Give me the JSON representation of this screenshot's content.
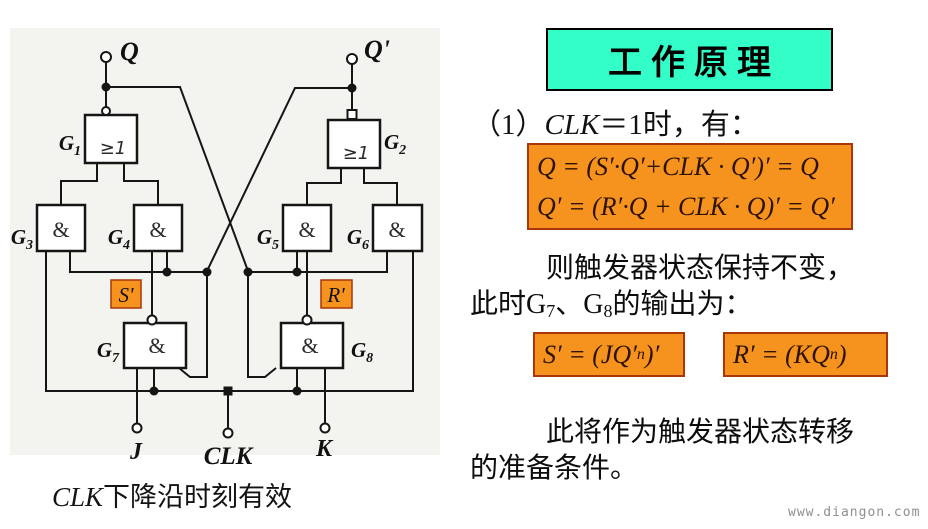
{
  "circuit": {
    "terminals": {
      "q": "Q",
      "qbar": "Q'",
      "j": "J",
      "clk": "CLK",
      "k": "K"
    },
    "gates": {
      "g1": {
        "name": "G",
        "sub": "1",
        "sym": "≥1"
      },
      "g2": {
        "name": "G",
        "sub": "2",
        "sym": "≥1"
      },
      "g3": {
        "name": "G",
        "sub": "3",
        "sym": "&"
      },
      "g4": {
        "name": "G",
        "sub": "4",
        "sym": "&"
      },
      "g5": {
        "name": "G",
        "sub": "5",
        "sym": "&"
      },
      "g6": {
        "name": "G",
        "sub": "6",
        "sym": "&"
      },
      "g7": {
        "name": "G",
        "sub": "7",
        "sym": "&"
      },
      "g8": {
        "name": "G",
        "sub": "8",
        "sym": "&"
      }
    },
    "wire_labels": {
      "s": "S'",
      "r": "R'"
    },
    "caption": {
      "clk": "CLK",
      "rest": "下降沿时刻有效"
    }
  },
  "content": {
    "title": "工作原理",
    "case1": {
      "pre": "（1）",
      "var": "CLK",
      "post": "＝1时，有："
    },
    "hold_formulas": {
      "line1": "Q = (S′·Q′+CLK · Q′)′ = Q",
      "line2": "Q′ = (R′·Q + CLK · Q)′ = Q′"
    },
    "para1": {
      "line1": "则触发器状态保持不变，",
      "line2_pre": "此时",
      "g7": "G",
      "g7_sub": "7",
      "sep": "、",
      "g8": "G",
      "g8_sub": "8",
      "line2_post": "的输出为："
    },
    "output_formulas": {
      "s_pre": "S′ = (JQ′",
      "s_sup": "n",
      "s_post": " )′",
      "r_pre": "R′ = (KQ",
      "r_sup": "n",
      "r_post": " )"
    },
    "para2": {
      "line1": "此将作为触发器状态转移",
      "line2": "的准备条件。"
    },
    "watermark": "www.diangon.com"
  },
  "colors": {
    "title_bg": "#34fec8",
    "formula_bg": "#f6921e",
    "formula_border": "#a8380b",
    "panel_bg": "#f3f3f0",
    "wire": "#151515"
  }
}
